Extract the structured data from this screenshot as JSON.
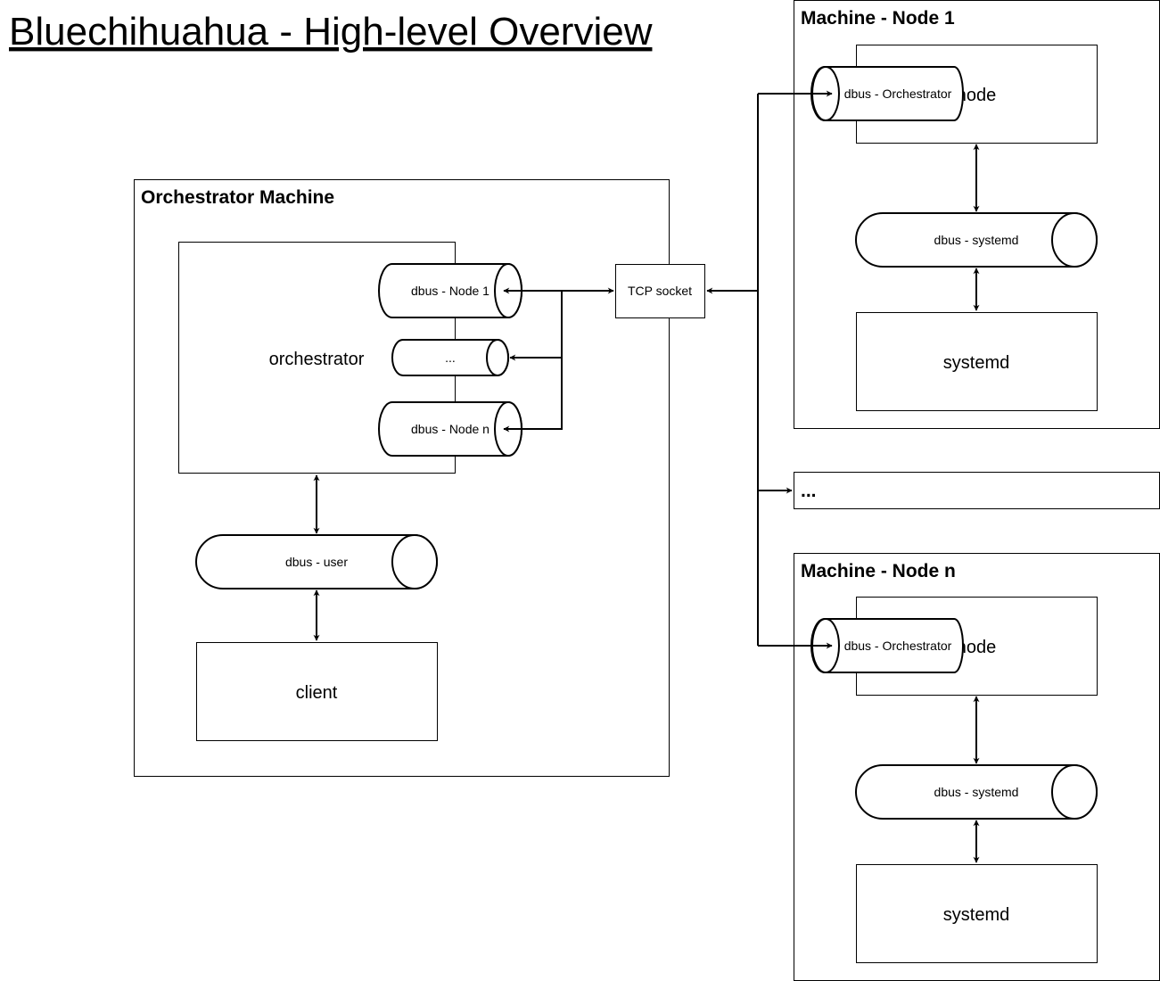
{
  "title": "Bluechihuahua - High-level Overview",
  "orchestrator_machine": {
    "label": "Orchestrator Machine",
    "orchestrator": "orchestrator",
    "dbus_node_1": "dbus - Node 1",
    "dbus_ellipsis": "...",
    "dbus_node_n": "dbus - Node n",
    "dbus_user": "dbus - user",
    "client": "client"
  },
  "tcp_socket": "TCP socket",
  "node_1": {
    "label": "Machine - Node 1",
    "node": "node",
    "dbus_orchestrator": "dbus - Orchestrator",
    "dbus_systemd": "dbus - systemd",
    "systemd": "systemd"
  },
  "ellipsis_machine": "...",
  "node_n": {
    "label": "Machine - Node n",
    "node": "node",
    "dbus_orchestrator": "dbus - Orchestrator",
    "dbus_systemd": "dbus - systemd",
    "systemd": "systemd"
  }
}
